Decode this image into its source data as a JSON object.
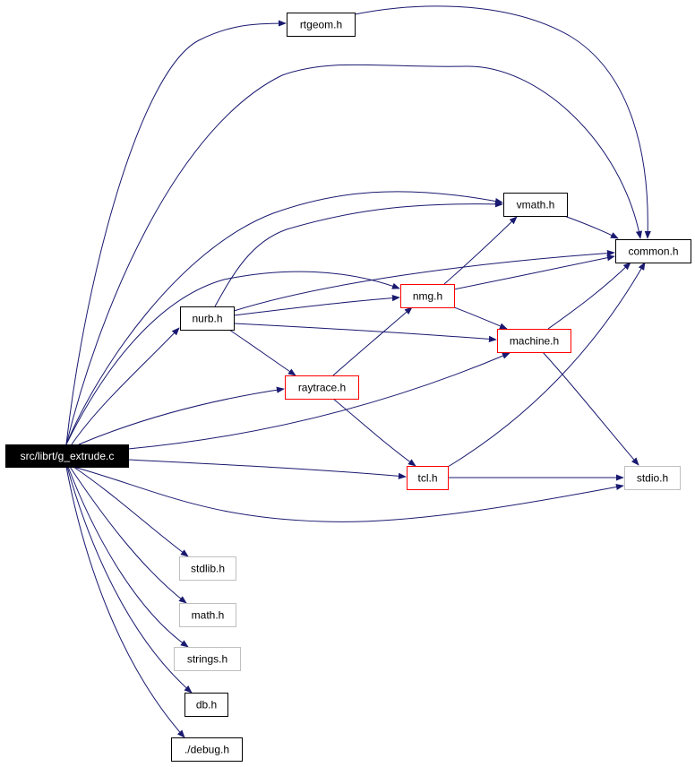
{
  "graph": {
    "root": "g_extrude",
    "nodes": [
      {
        "id": "g_extrude",
        "label": "src/librt/g_extrude.c",
        "kind": "root"
      },
      {
        "id": "rtgeom",
        "label": "rtgeom.h",
        "kind": "documented"
      },
      {
        "id": "vmath",
        "label": "vmath.h",
        "kind": "documented"
      },
      {
        "id": "common",
        "label": "common.h",
        "kind": "documented"
      },
      {
        "id": "nmg",
        "label": "nmg.h",
        "kind": "has-includes"
      },
      {
        "id": "nurb",
        "label": "nurb.h",
        "kind": "documented"
      },
      {
        "id": "machine",
        "label": "machine.h",
        "kind": "has-includes"
      },
      {
        "id": "raytrace",
        "label": "raytrace.h",
        "kind": "has-includes"
      },
      {
        "id": "tcl",
        "label": "tcl.h",
        "kind": "has-includes"
      },
      {
        "id": "stdio",
        "label": "stdio.h",
        "kind": "system"
      },
      {
        "id": "stdlib",
        "label": "stdlib.h",
        "kind": "system"
      },
      {
        "id": "math",
        "label": "math.h",
        "kind": "system"
      },
      {
        "id": "strings",
        "label": "strings.h",
        "kind": "system"
      },
      {
        "id": "db",
        "label": "db.h",
        "kind": "documented"
      },
      {
        "id": "debug",
        "label": "./debug.h",
        "kind": "documented"
      }
    ],
    "edges": [
      [
        "g_extrude",
        "rtgeom"
      ],
      [
        "g_extrude",
        "common"
      ],
      [
        "g_extrude",
        "vmath"
      ],
      [
        "g_extrude",
        "nmg"
      ],
      [
        "g_extrude",
        "nurb"
      ],
      [
        "g_extrude",
        "raytrace"
      ],
      [
        "g_extrude",
        "machine"
      ],
      [
        "g_extrude",
        "tcl"
      ],
      [
        "g_extrude",
        "stdio"
      ],
      [
        "g_extrude",
        "stdlib"
      ],
      [
        "g_extrude",
        "math"
      ],
      [
        "g_extrude",
        "strings"
      ],
      [
        "g_extrude",
        "db"
      ],
      [
        "g_extrude",
        "debug"
      ],
      [
        "rtgeom",
        "common"
      ],
      [
        "vmath",
        "common"
      ],
      [
        "nurb",
        "vmath"
      ],
      [
        "nurb",
        "common"
      ],
      [
        "nurb",
        "nmg"
      ],
      [
        "nurb",
        "machine"
      ],
      [
        "nurb",
        "raytrace"
      ],
      [
        "nmg",
        "vmath"
      ],
      [
        "nmg",
        "common"
      ],
      [
        "nmg",
        "machine"
      ],
      [
        "raytrace",
        "nmg"
      ],
      [
        "raytrace",
        "tcl"
      ],
      [
        "machine",
        "common"
      ],
      [
        "machine",
        "stdio"
      ],
      [
        "tcl",
        "common"
      ],
      [
        "tcl",
        "stdio"
      ]
    ]
  },
  "colors": {
    "edge": "#191970",
    "root_fill": "#000000",
    "root_text": "#ffffff",
    "documented_border": "#000000",
    "has_includes_border": "#ff0000",
    "system_border": "#bfbfbf",
    "node_text": "#000000",
    "background": "#ffffff"
  }
}
